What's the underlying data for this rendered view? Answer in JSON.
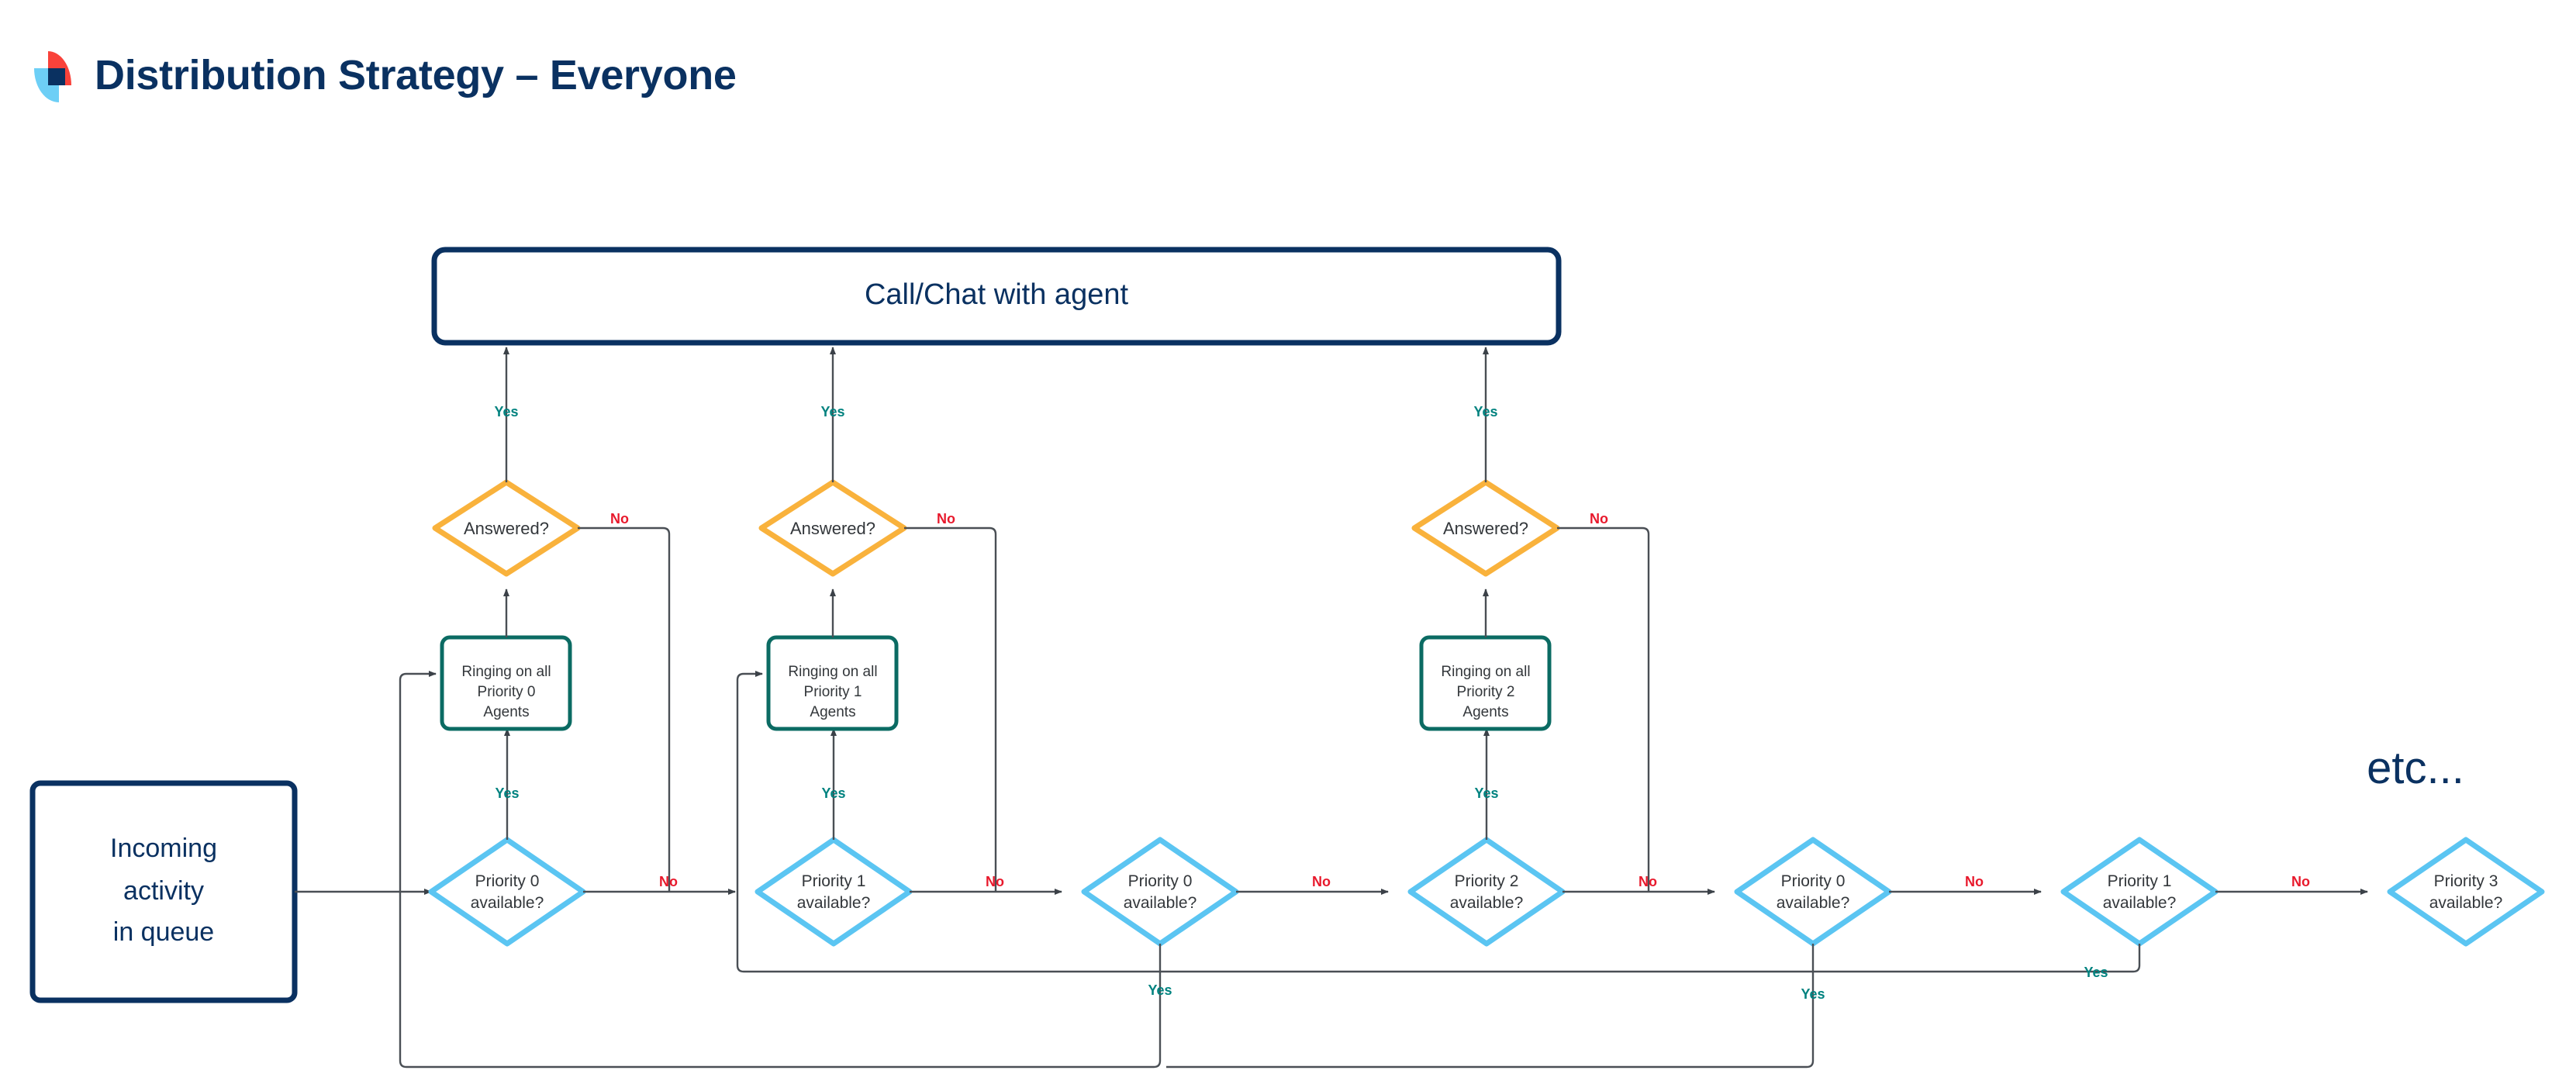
{
  "header": {
    "title": "Distribution Strategy – Everyone",
    "logo_name": "brand-logo",
    "logo_colors": {
      "red": "#f9423a",
      "light_blue": "#6dcff6",
      "navy": "#0a3161"
    }
  },
  "colors": {
    "navy": "#0a3161",
    "teal_border": "#0b6b63",
    "orange": "#f9b23c",
    "cyan": "#5bc5f2",
    "yes_green": "#00827f",
    "no_red": "#e8192c",
    "line_gray": "#4a4f55",
    "text_dark": "#33373b"
  },
  "diagram": {
    "type": "flowchart",
    "title": "Distribution Strategy – Everyone",
    "terminator": {
      "name": "incoming-activity",
      "label_lines": [
        "Incoming",
        "activity",
        "in queue"
      ]
    },
    "destination": {
      "name": "call-chat-with-agent",
      "label": "Call/Chat with agent"
    },
    "etc_label": "etc...",
    "edge_labels": {
      "yes": "Yes",
      "no": "No"
    },
    "decisions": [
      {
        "id": "d1",
        "label_lines": [
          "Priority 0",
          "available?"
        ],
        "shape": "diamond",
        "color": "cyan"
      },
      {
        "id": "d2",
        "label_lines": [
          "Priority 1",
          "available?"
        ],
        "shape": "diamond",
        "color": "cyan"
      },
      {
        "id": "d3",
        "label_lines": [
          "Priority 0",
          "available?"
        ],
        "shape": "diamond",
        "color": "cyan"
      },
      {
        "id": "d4",
        "label_lines": [
          "Priority 2",
          "available?"
        ],
        "shape": "diamond",
        "color": "cyan"
      },
      {
        "id": "d5",
        "label_lines": [
          "Priority 0",
          "available?"
        ],
        "shape": "diamond",
        "color": "cyan"
      },
      {
        "id": "d6",
        "label_lines": [
          "Priority 1",
          "available?"
        ],
        "shape": "diamond",
        "color": "cyan"
      },
      {
        "id": "d7",
        "label_lines": [
          "Priority 3",
          "available?"
        ],
        "shape": "diamond",
        "color": "cyan"
      }
    ],
    "ringing_boxes": [
      {
        "id": "r1",
        "label_lines": [
          "Ringing on all",
          "Priority 0",
          "Agents"
        ]
      },
      {
        "id": "r2",
        "label_lines": [
          "Ringing on all",
          "Priority 1",
          "Agents"
        ]
      },
      {
        "id": "r3",
        "label_lines": [
          "Ringing on all",
          "Priority 2",
          "Agents"
        ]
      }
    ],
    "answered_diamonds": [
      {
        "id": "a1",
        "label": "Answered?"
      },
      {
        "id": "a2",
        "label": "Answered?"
      },
      {
        "id": "a3",
        "label": "Answered?"
      }
    ]
  }
}
